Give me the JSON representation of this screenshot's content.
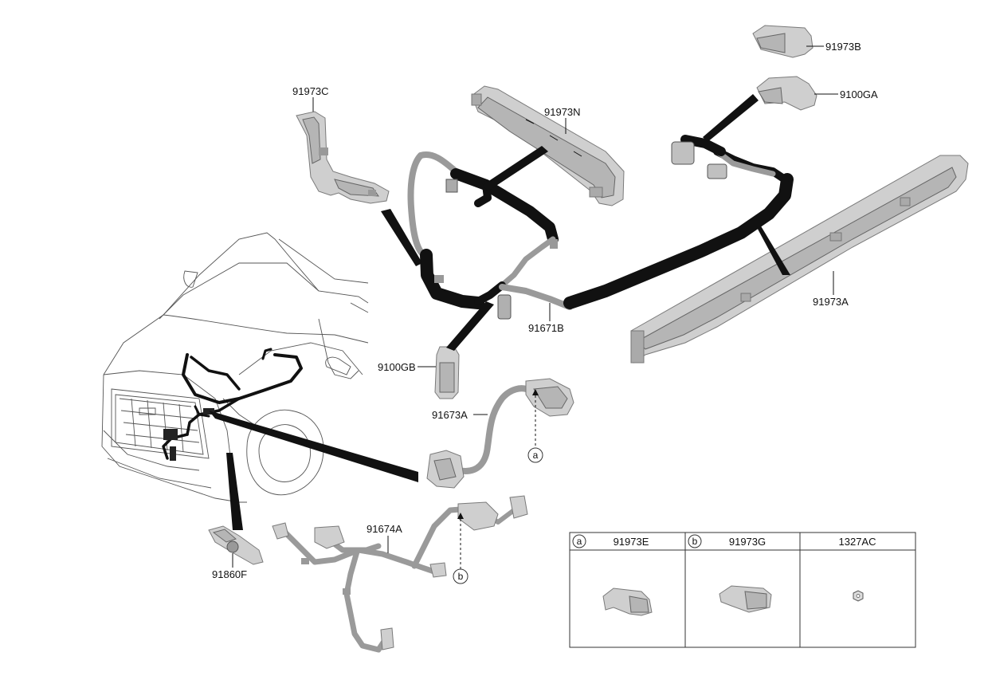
{
  "callouts": {
    "p91973B": "91973B",
    "p9100GA": "9100GA",
    "p91973C": "91973C",
    "p91973N": "91973N",
    "p91973A": "91973A",
    "p91671B": "91671B",
    "p9100GB": "9100GB",
    "p91673A": "91673A",
    "p91674A": "91674A",
    "p91860F": "91860F"
  },
  "refs": {
    "a": "a",
    "b": "b"
  },
  "legend_table": {
    "columns": [
      {
        "ref": "a",
        "part": "91973E"
      },
      {
        "ref": "b",
        "part": "91973G"
      },
      {
        "ref": "",
        "part": "1327AC"
      }
    ]
  }
}
